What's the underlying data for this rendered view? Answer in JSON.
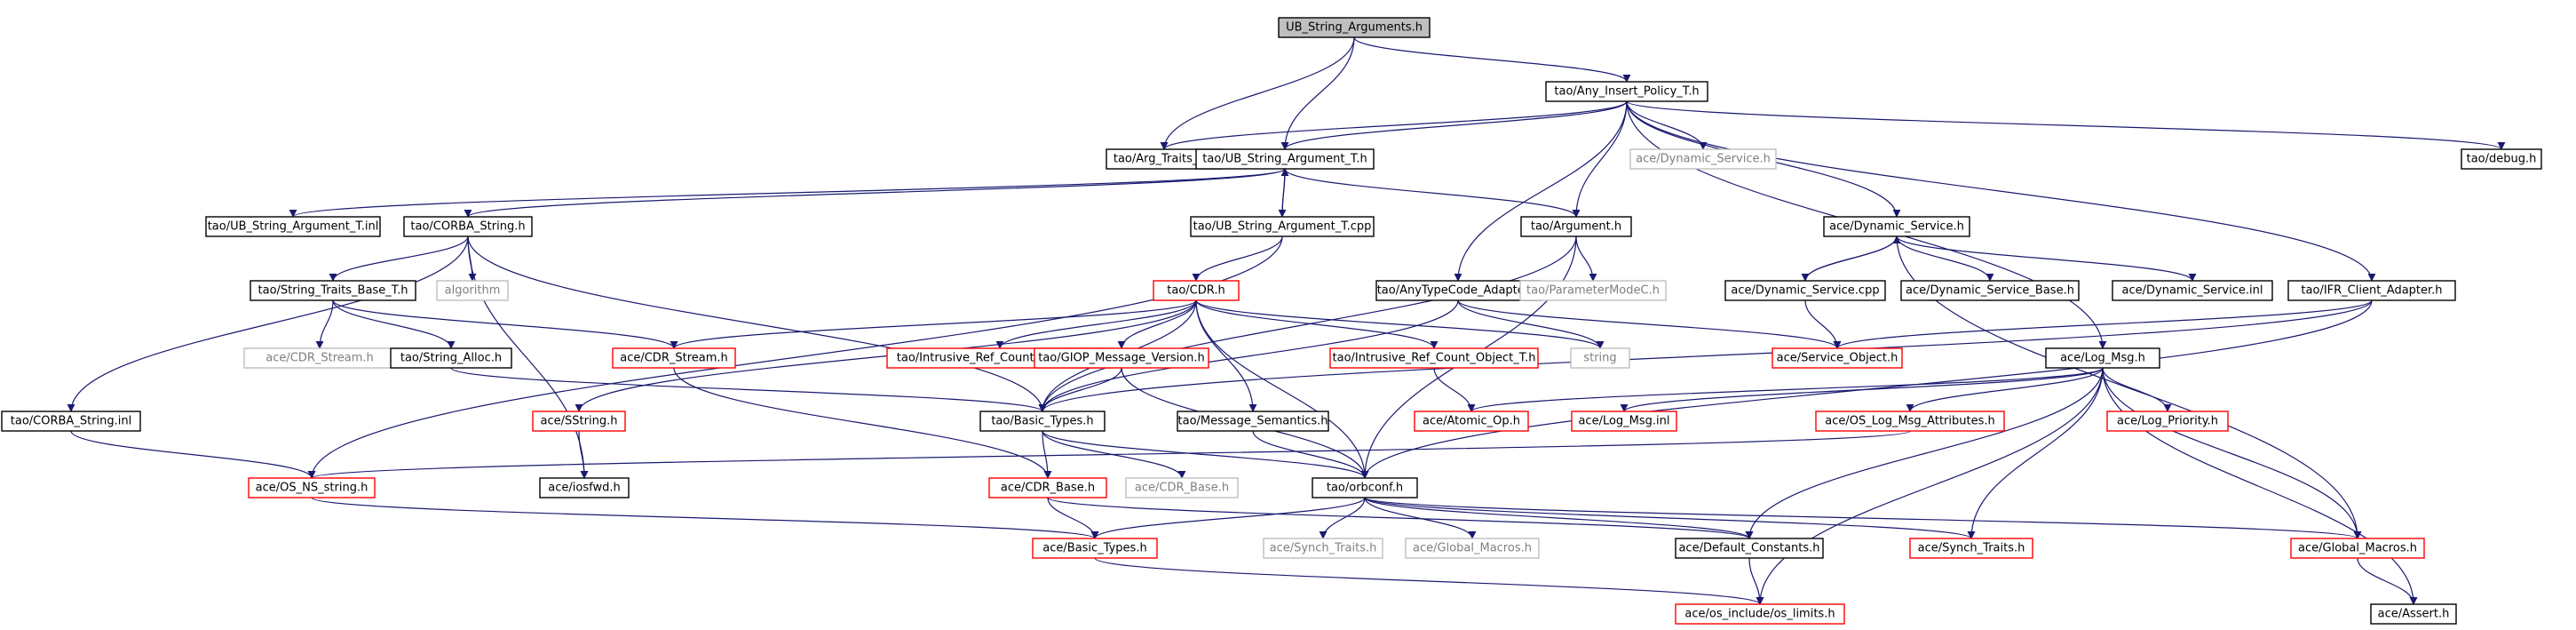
{
  "colors": {
    "edge": "#191970",
    "root_fill": "#bfbfbf",
    "normal_border": "#000000",
    "red_border": "#ff0000",
    "grey_border": "#bfbfbf",
    "normal_text": "#000000",
    "red_text": "#000000",
    "grey_text": "#7f7f7f"
  },
  "nodes": [
    {
      "id": "n0",
      "label": "UB_String_Arguments.h",
      "style": "root"
    },
    {
      "id": "n1",
      "label": "tao/Any_Insert_Policy_T.h",
      "style": "normal"
    },
    {
      "id": "n2",
      "label": "tao/Arg_Traits_T.h",
      "style": "normal"
    },
    {
      "id": "n3",
      "label": "tao/UB_String_Argument_T.h",
      "style": "normal"
    },
    {
      "id": "n4",
      "label": "ace/Dynamic_Service.h",
      "style": "grey"
    },
    {
      "id": "n5",
      "label": "tao/debug.h",
      "style": "normal"
    },
    {
      "id": "n6",
      "label": "tao/UB_String_Argument_T.inl",
      "style": "normal"
    },
    {
      "id": "n7",
      "label": "tao/CORBA_String.h",
      "style": "normal"
    },
    {
      "id": "n8",
      "label": "tao/UB_String_Argument_T.cpp",
      "style": "normal"
    },
    {
      "id": "n9",
      "label": "tao/Argument.h",
      "style": "normal"
    },
    {
      "id": "n10",
      "label": "ace/Dynamic_Service.h",
      "style": "normal"
    },
    {
      "id": "n11",
      "label": "tao/String_Traits_Base_T.h",
      "style": "normal"
    },
    {
      "id": "n12",
      "label": "algorithm",
      "style": "grey"
    },
    {
      "id": "n13",
      "label": "tao/CDR.h",
      "style": "red"
    },
    {
      "id": "n14",
      "label": "tao/AnyTypeCode_Adapter.h",
      "style": "normal"
    },
    {
      "id": "n15",
      "label": "tao/ParameterModeC.h",
      "style": "grey"
    },
    {
      "id": "n16",
      "label": "ace/Dynamic_Service.cpp",
      "style": "normal"
    },
    {
      "id": "n17",
      "label": "ace/Dynamic_Service_Base.h",
      "style": "normal"
    },
    {
      "id": "n18",
      "label": "ace/Dynamic_Service.inl",
      "style": "normal"
    },
    {
      "id": "n19",
      "label": "tao/IFR_Client_Adapter.h",
      "style": "normal"
    },
    {
      "id": "n20",
      "label": "ace/CDR_Stream.h",
      "style": "grey"
    },
    {
      "id": "n21",
      "label": "tao/String_Alloc.h",
      "style": "normal"
    },
    {
      "id": "n22",
      "label": "ace/CDR_Stream.h",
      "style": "red"
    },
    {
      "id": "n23",
      "label": "tao/Intrusive_Ref_Count_Handle_T.h",
      "style": "red"
    },
    {
      "id": "n24",
      "label": "tao/GIOP_Message_Version.h",
      "style": "red"
    },
    {
      "id": "n25",
      "label": "tao/Intrusive_Ref_Count_Object_T.h",
      "style": "red"
    },
    {
      "id": "n26",
      "label": "string",
      "style": "grey"
    },
    {
      "id": "n27",
      "label": "ace/Service_Object.h",
      "style": "red"
    },
    {
      "id": "n28",
      "label": "ace/Log_Msg.h",
      "style": "normal"
    },
    {
      "id": "n29",
      "label": "tao/CORBA_String.inl",
      "style": "normal"
    },
    {
      "id": "n30",
      "label": "ace/SString.h",
      "style": "red"
    },
    {
      "id": "n31",
      "label": "tao/Basic_Types.h",
      "style": "normal"
    },
    {
      "id": "n32",
      "label": "tao/Message_Semantics.h",
      "style": "normal"
    },
    {
      "id": "n33",
      "label": "ace/Atomic_Op.h",
      "style": "red"
    },
    {
      "id": "n34",
      "label": "ace/Log_Msg.inl",
      "style": "red"
    },
    {
      "id": "n35",
      "label": "ace/OS_Log_Msg_Attributes.h",
      "style": "red"
    },
    {
      "id": "n36",
      "label": "ace/Log_Priority.h",
      "style": "red"
    },
    {
      "id": "n37",
      "label": "ace/OS_NS_string.h",
      "style": "red"
    },
    {
      "id": "n38",
      "label": "ace/iosfwd.h",
      "style": "normal"
    },
    {
      "id": "n39",
      "label": "ace/CDR_Base.h",
      "style": "red"
    },
    {
      "id": "n40",
      "label": "ace/CDR_Base.h",
      "style": "grey"
    },
    {
      "id": "n41",
      "label": "tao/orbconf.h",
      "style": "normal"
    },
    {
      "id": "n42",
      "label": "ace/Basic_Types.h",
      "style": "red"
    },
    {
      "id": "n43",
      "label": "ace/Synch_Traits.h",
      "style": "grey"
    },
    {
      "id": "n44",
      "label": "ace/Global_Macros.h",
      "style": "grey"
    },
    {
      "id": "n45",
      "label": "ace/Default_Constants.h",
      "style": "normal"
    },
    {
      "id": "n46",
      "label": "ace/Synch_Traits.h",
      "style": "red"
    },
    {
      "id": "n47",
      "label": "ace/Global_Macros.h",
      "style": "red"
    },
    {
      "id": "n48",
      "label": "ace/os_include/os_limits.h",
      "style": "red"
    },
    {
      "id": "n49",
      "label": "ace/Assert.h",
      "style": "normal"
    }
  ],
  "edges": [
    [
      "n0",
      "n1"
    ],
    [
      "n0",
      "n2"
    ],
    [
      "n0",
      "n3"
    ],
    [
      "n1",
      "n2"
    ],
    [
      "n1",
      "n3"
    ],
    [
      "n1",
      "n4"
    ],
    [
      "n1",
      "n5"
    ],
    [
      "n1",
      "n9"
    ],
    [
      "n1",
      "n10"
    ],
    [
      "n1",
      "n14"
    ],
    [
      "n1",
      "n19"
    ],
    [
      "n1",
      "n28"
    ],
    [
      "n3",
      "n6"
    ],
    [
      "n3",
      "n7"
    ],
    [
      "n3",
      "n8"
    ],
    [
      "n3",
      "n9"
    ],
    [
      "n8",
      "n3"
    ],
    [
      "n8",
      "n13"
    ],
    [
      "n8",
      "n37"
    ],
    [
      "n7",
      "n11"
    ],
    [
      "n7",
      "n12"
    ],
    [
      "n7",
      "n29"
    ],
    [
      "n7",
      "n31"
    ],
    [
      "n7",
      "n38"
    ],
    [
      "n9",
      "n15"
    ],
    [
      "n9",
      "n41"
    ],
    [
      "n9",
      "n31"
    ],
    [
      "n10",
      "n16"
    ],
    [
      "n10",
      "n17"
    ],
    [
      "n10",
      "n18"
    ],
    [
      "n10",
      "n47"
    ],
    [
      "n16",
      "n10"
    ],
    [
      "n16",
      "n27"
    ],
    [
      "n11",
      "n20"
    ],
    [
      "n11",
      "n21"
    ],
    [
      "n11",
      "n22"
    ],
    [
      "n21",
      "n31"
    ],
    [
      "n13",
      "n30"
    ],
    [
      "n13",
      "n22"
    ],
    [
      "n13",
      "n23"
    ],
    [
      "n13",
      "n24"
    ],
    [
      "n13",
      "n25"
    ],
    [
      "n13",
      "n26"
    ],
    [
      "n13",
      "n31"
    ],
    [
      "n13",
      "n32"
    ],
    [
      "n13",
      "n41"
    ],
    [
      "n14",
      "n27"
    ],
    [
      "n14",
      "n31"
    ],
    [
      "n14",
      "n26"
    ],
    [
      "n19",
      "n27"
    ],
    [
      "n19",
      "n31"
    ],
    [
      "n19",
      "n41"
    ],
    [
      "n22",
      "n39"
    ],
    [
      "n25",
      "n33"
    ],
    [
      "n24",
      "n31"
    ],
    [
      "n24",
      "n41"
    ],
    [
      "n28",
      "n33"
    ],
    [
      "n28",
      "n34"
    ],
    [
      "n28",
      "n35"
    ],
    [
      "n28",
      "n36"
    ],
    [
      "n28",
      "n45"
    ],
    [
      "n28",
      "n46"
    ],
    [
      "n28",
      "n47"
    ],
    [
      "n28",
      "n48"
    ],
    [
      "n28",
      "n49"
    ],
    [
      "n29",
      "n37"
    ],
    [
      "n30",
      "n38"
    ],
    [
      "n31",
      "n39"
    ],
    [
      "n31",
      "n40"
    ],
    [
      "n31",
      "n41"
    ],
    [
      "n32",
      "n41"
    ],
    [
      "n35",
      "n37"
    ],
    [
      "n37",
      "n42"
    ],
    [
      "n39",
      "n42"
    ],
    [
      "n39",
      "n45"
    ],
    [
      "n41",
      "n42"
    ],
    [
      "n41",
      "n43"
    ],
    [
      "n41",
      "n44"
    ],
    [
      "n41",
      "n45"
    ],
    [
      "n41",
      "n46"
    ],
    [
      "n41",
      "n47"
    ],
    [
      "n42",
      "n48"
    ],
    [
      "n45",
      "n48"
    ],
    [
      "n47",
      "n49"
    ]
  ]
}
